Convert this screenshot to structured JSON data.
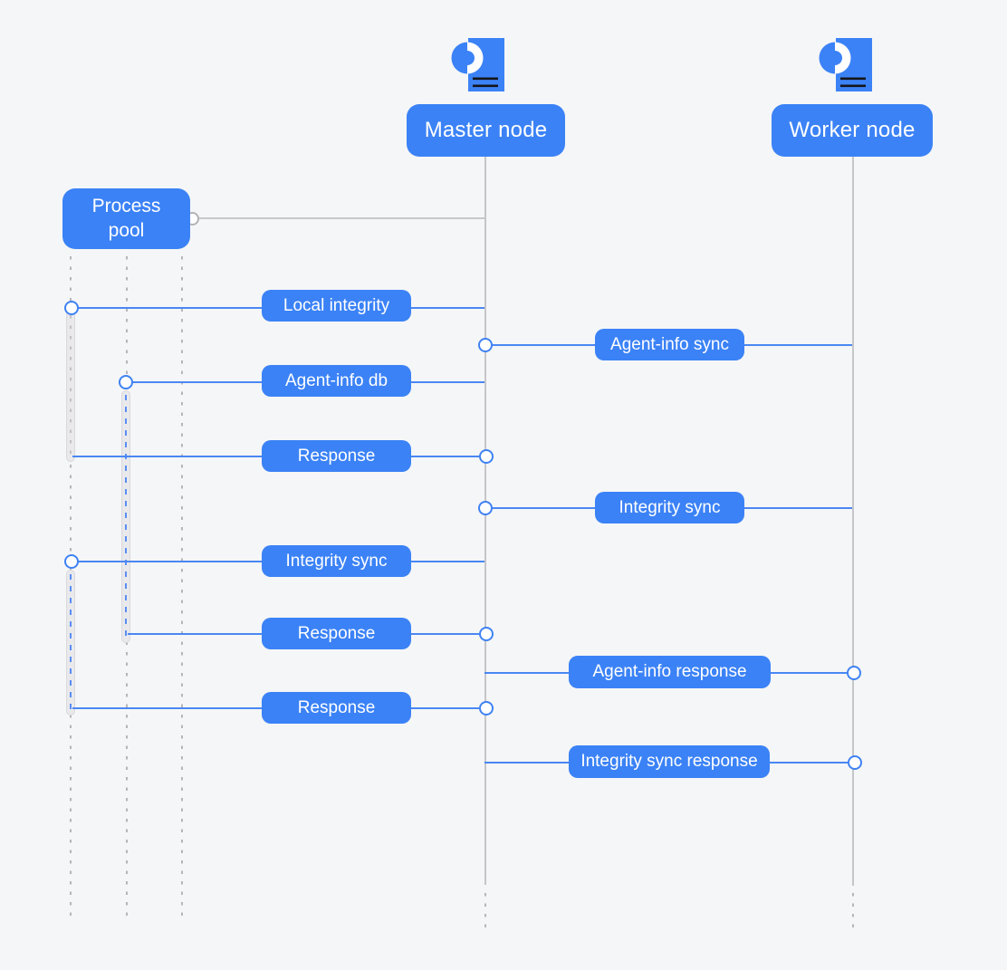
{
  "colors": {
    "accent_blue": "#3b82f6",
    "line_blue": "#4a87f3",
    "lifeline_gray": "#c6c6c9",
    "background": "#f5f6f7",
    "icon_dark": "#15151a"
  },
  "actors": {
    "master": {
      "label": "Master node",
      "icon": "document-logo-icon"
    },
    "worker": {
      "label": "Worker node",
      "icon": "document-logo-icon"
    },
    "process_pool": {
      "label": "Process pool"
    }
  },
  "messages": [
    {
      "label": "Local integrity",
      "circle_at": "process-pool-thread-1",
      "connects": "master"
    },
    {
      "label": "Agent-info sync",
      "circle_at": "master",
      "connects": "worker"
    },
    {
      "label": "Agent-info db",
      "circle_at": "process-pool-thread-2",
      "connects": "master"
    },
    {
      "label": "Response",
      "circle_at": "master",
      "connects": "process-pool-thread-1"
    },
    {
      "label": "Integrity sync",
      "circle_at": "master",
      "connects": "worker"
    },
    {
      "label": "Integrity sync",
      "circle_at": "process-pool-thread-1",
      "connects": "master"
    },
    {
      "label": "Response",
      "circle_at": "master",
      "connects": "process-pool-thread-2"
    },
    {
      "label": "Agent-info response",
      "circle_at": "worker",
      "connects": "master"
    },
    {
      "label": "Response",
      "circle_at": "master",
      "connects": "process-pool-thread-1"
    },
    {
      "label": "Integrity sync response",
      "circle_at": "worker",
      "connects": "master"
    }
  ]
}
